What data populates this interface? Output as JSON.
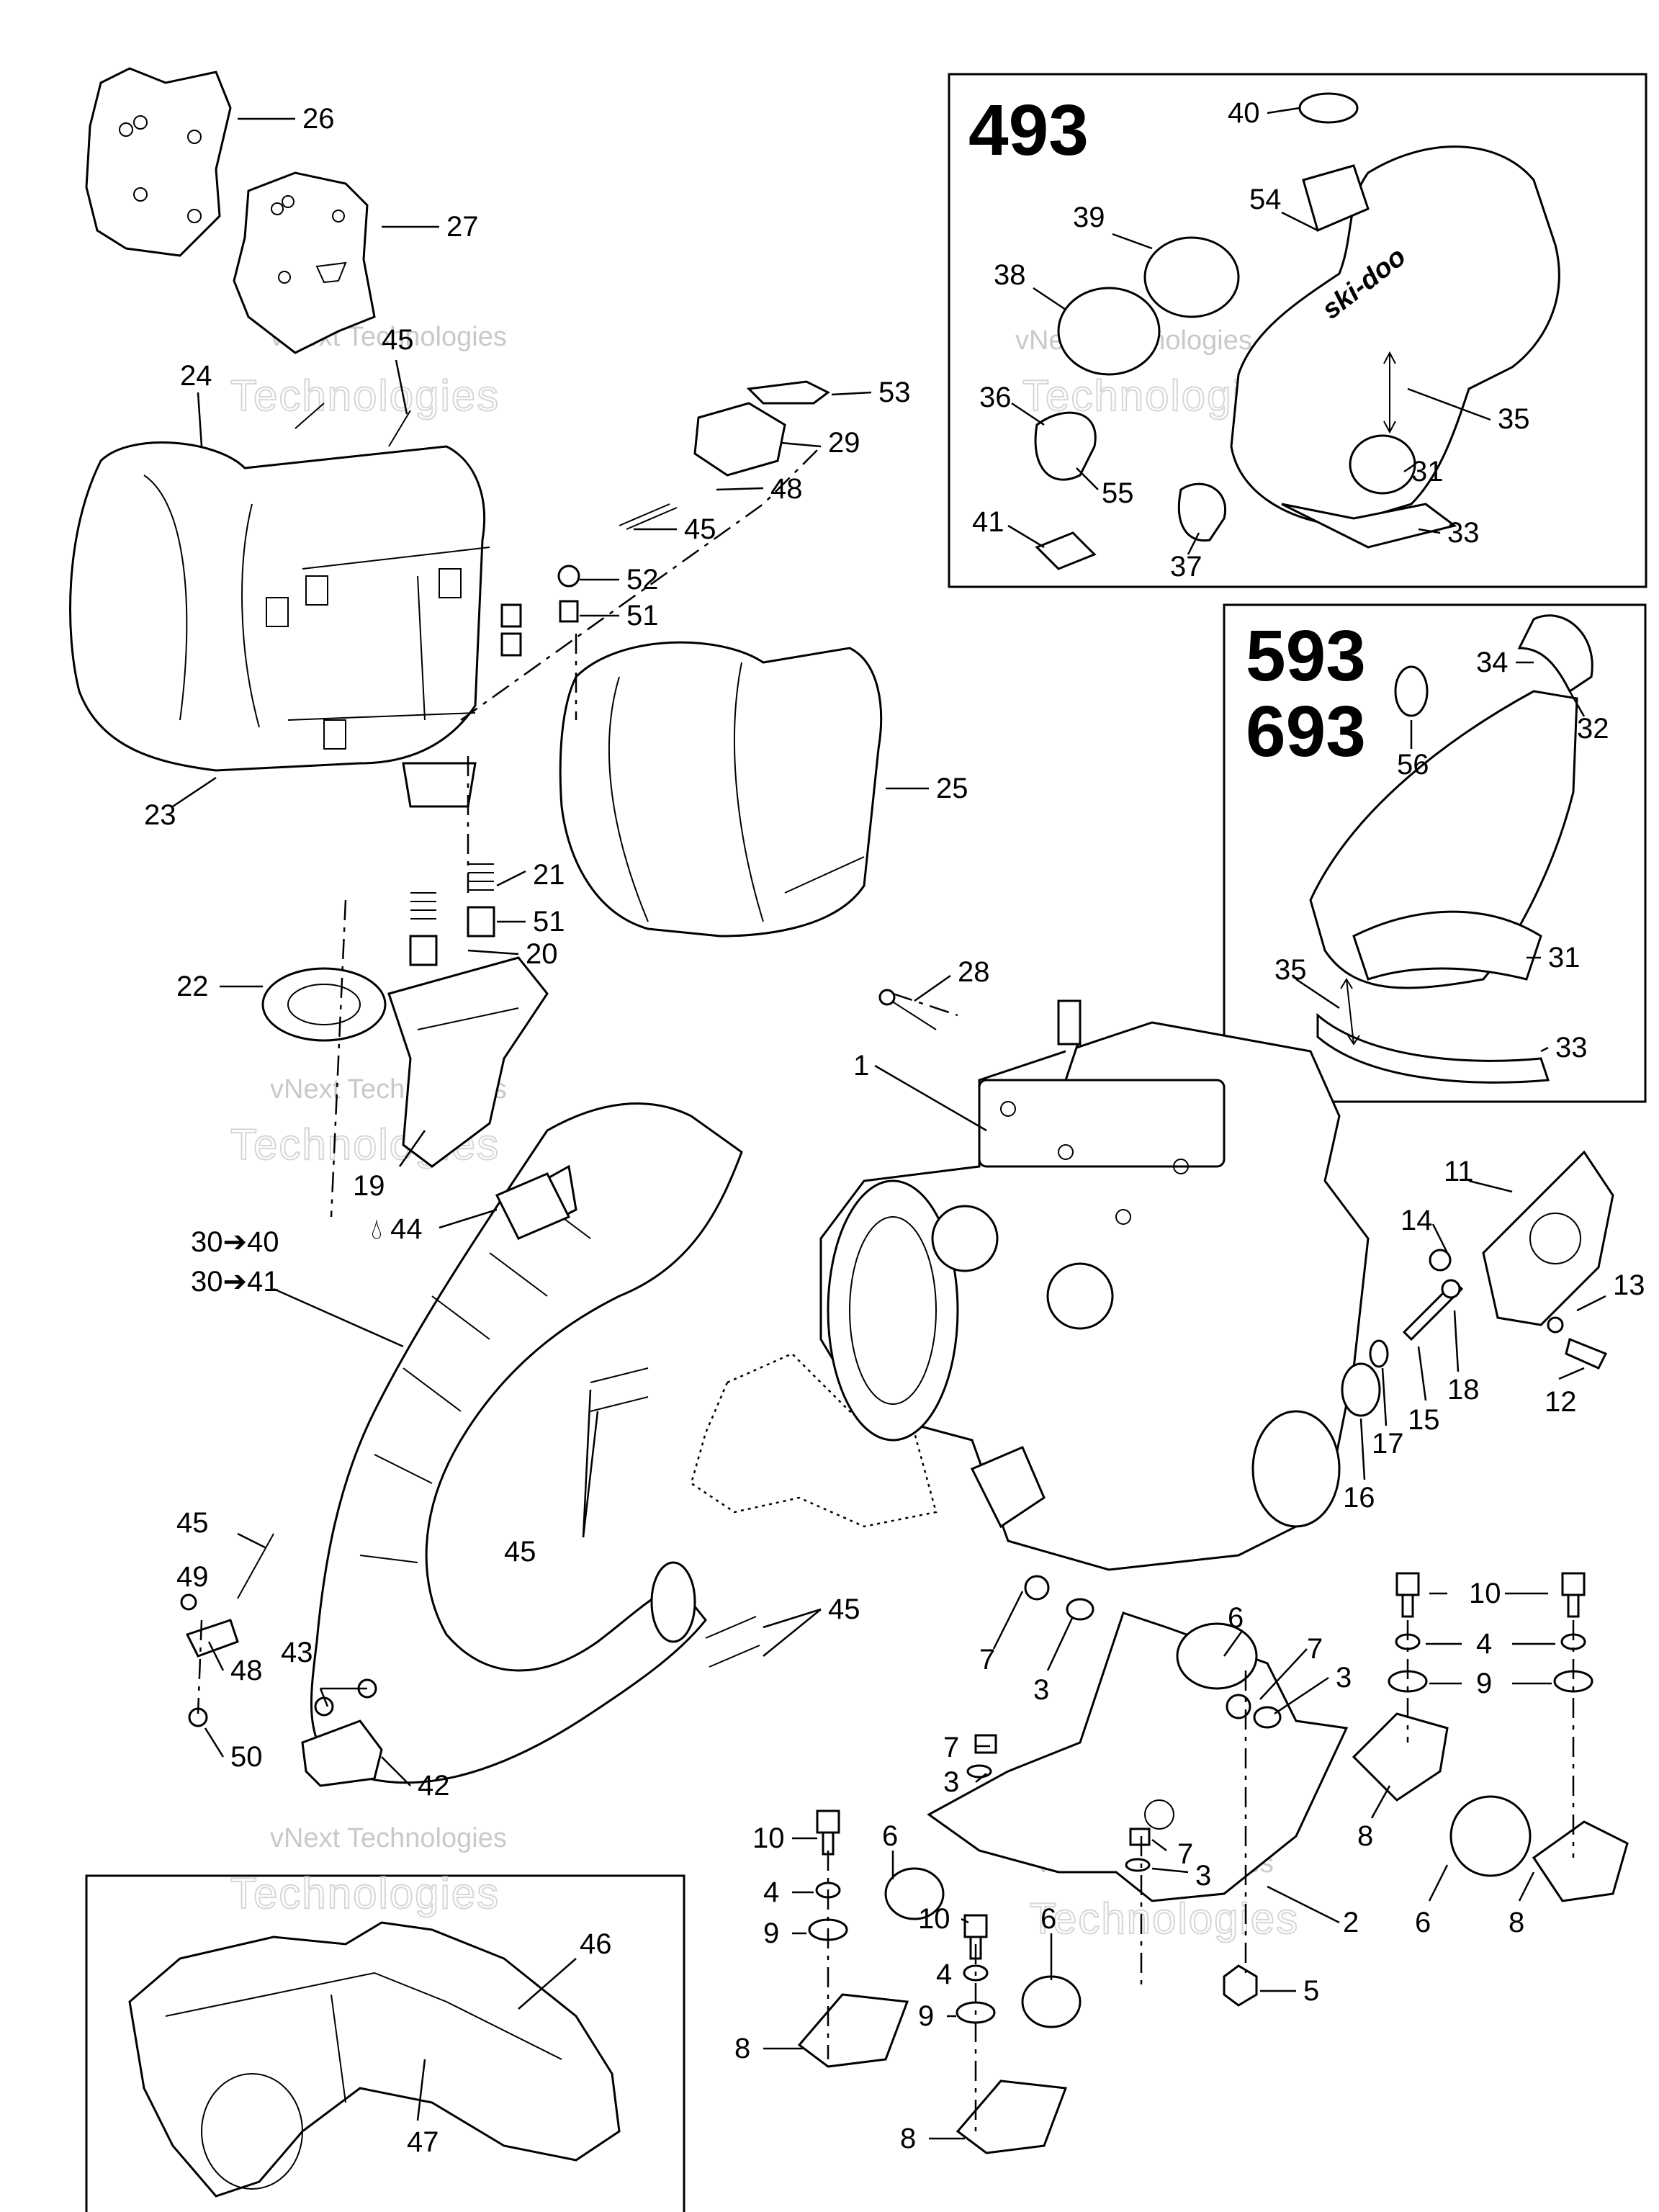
{
  "insets": [
    {
      "id": "493",
      "title": "493"
    },
    {
      "id": "593-693",
      "title_lines": [
        "593",
        "693"
      ]
    }
  ],
  "watermark": {
    "line1": "vNext Technologies",
    "line2": "Technologies"
  },
  "callouts": {
    "c1": "1",
    "c2": "2",
    "c3a": "3",
    "c3b": "3",
    "c3c": "3",
    "c3d": "3",
    "c4a": "4",
    "c4b": "4",
    "c4c": "4",
    "c5": "5",
    "c6a": "6",
    "c6b": "6",
    "c6c": "6",
    "c6d": "6",
    "c7a": "7",
    "c7b": "7",
    "c7c": "7",
    "c7d": "7",
    "c8a": "8",
    "c8b": "8",
    "c8c": "8",
    "c8d": "8",
    "c9a": "9",
    "c9b": "9",
    "c9c": "9",
    "c10a": "10",
    "c10b": "10",
    "c10c": "10",
    "c11": "11",
    "c12": "12",
    "c13": "13",
    "c14": "14",
    "c15": "15",
    "c16": "16",
    "c17": "17",
    "c18": "18",
    "c19": "19",
    "c20": "20",
    "c21": "21",
    "c22": "22",
    "c23": "23",
    "c24": "24",
    "c25": "25",
    "c26": "26",
    "c27": "27",
    "c28": "28",
    "c29": "29",
    "c30a": "30➔40",
    "c30b": "30➔41",
    "c31a": "31",
    "c31b": "31",
    "c32": "32",
    "c33a": "33",
    "c33b": "33",
    "c34": "34",
    "c35a": "35",
    "c35b": "35",
    "c36": "36",
    "c37": "37",
    "c38": "38",
    "c39": "39",
    "c40": "40",
    "c41": "41",
    "c42": "42",
    "c43": "43",
    "c44": "44",
    "c45a": "45",
    "c45b": "45",
    "c45c": "45",
    "c45d": "45",
    "c45e": "45",
    "c46": "46",
    "c47": "47",
    "c48a": "48",
    "c48b": "48",
    "c49": "49",
    "c50": "50",
    "c51a": "51",
    "c51b": "51",
    "c52": "52",
    "c53": "53",
    "c54": "54",
    "c55": "55",
    "c56": "56"
  },
  "decal_text": "ski-doo"
}
